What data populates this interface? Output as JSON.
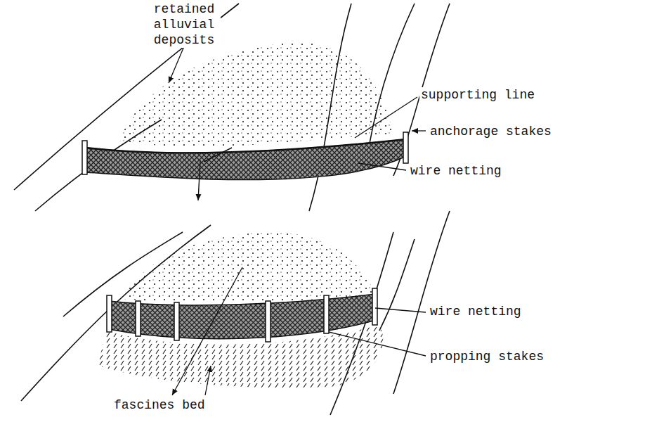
{
  "diagram": {
    "labels": [
      "retained alluvial deposits",
      "supporting line",
      "anchorage stakes",
      "wire netting",
      "wire netting",
      "propping stakes",
      "fascines bed"
    ]
  }
}
